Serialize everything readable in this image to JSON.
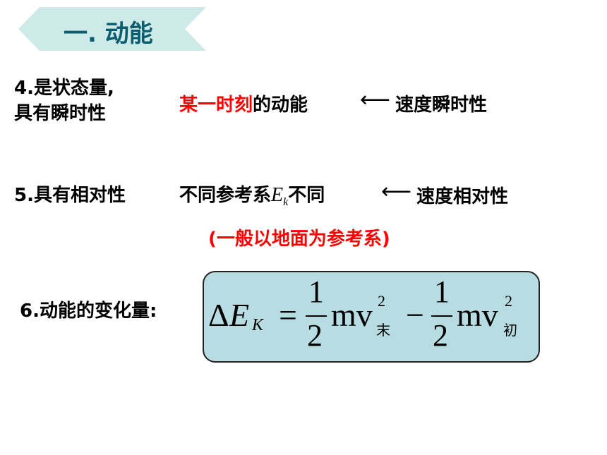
{
  "title": "一. 动能",
  "item4": {
    "label_line1": "4.是状态量,",
    "label_line2": "具有瞬时性",
    "highlight": "某一时刻",
    "desc": "的动能",
    "arrow": "⟵",
    "note": "速度瞬时性"
  },
  "item5": {
    "label": "5.具有相对性",
    "desc_part1": "不同参考系",
    "desc_symbol": "E",
    "desc_sub": "k",
    "desc_part2": "不同",
    "arrow": "⟵",
    "note": "速度相对性",
    "remark": "(一般以地面为参考系)"
  },
  "item6": {
    "label": "6.动能的变化量:",
    "formula": {
      "delta": "Δ",
      "E": "E",
      "sub_K": "K",
      "equals": "=",
      "num1": "1",
      "den1": "2",
      "mv1": "mv",
      "sup1": "2",
      "sub1": "末",
      "minus": "−",
      "num2": "1",
      "den2": "2",
      "mv2": "mv",
      "sup2": "2",
      "sub2": "初"
    }
  },
  "colors": {
    "banner_fill": "#cdeae9",
    "title_color": "#0b5c6e",
    "highlight": "#ff0000",
    "box_fill": "#b7dde3"
  }
}
